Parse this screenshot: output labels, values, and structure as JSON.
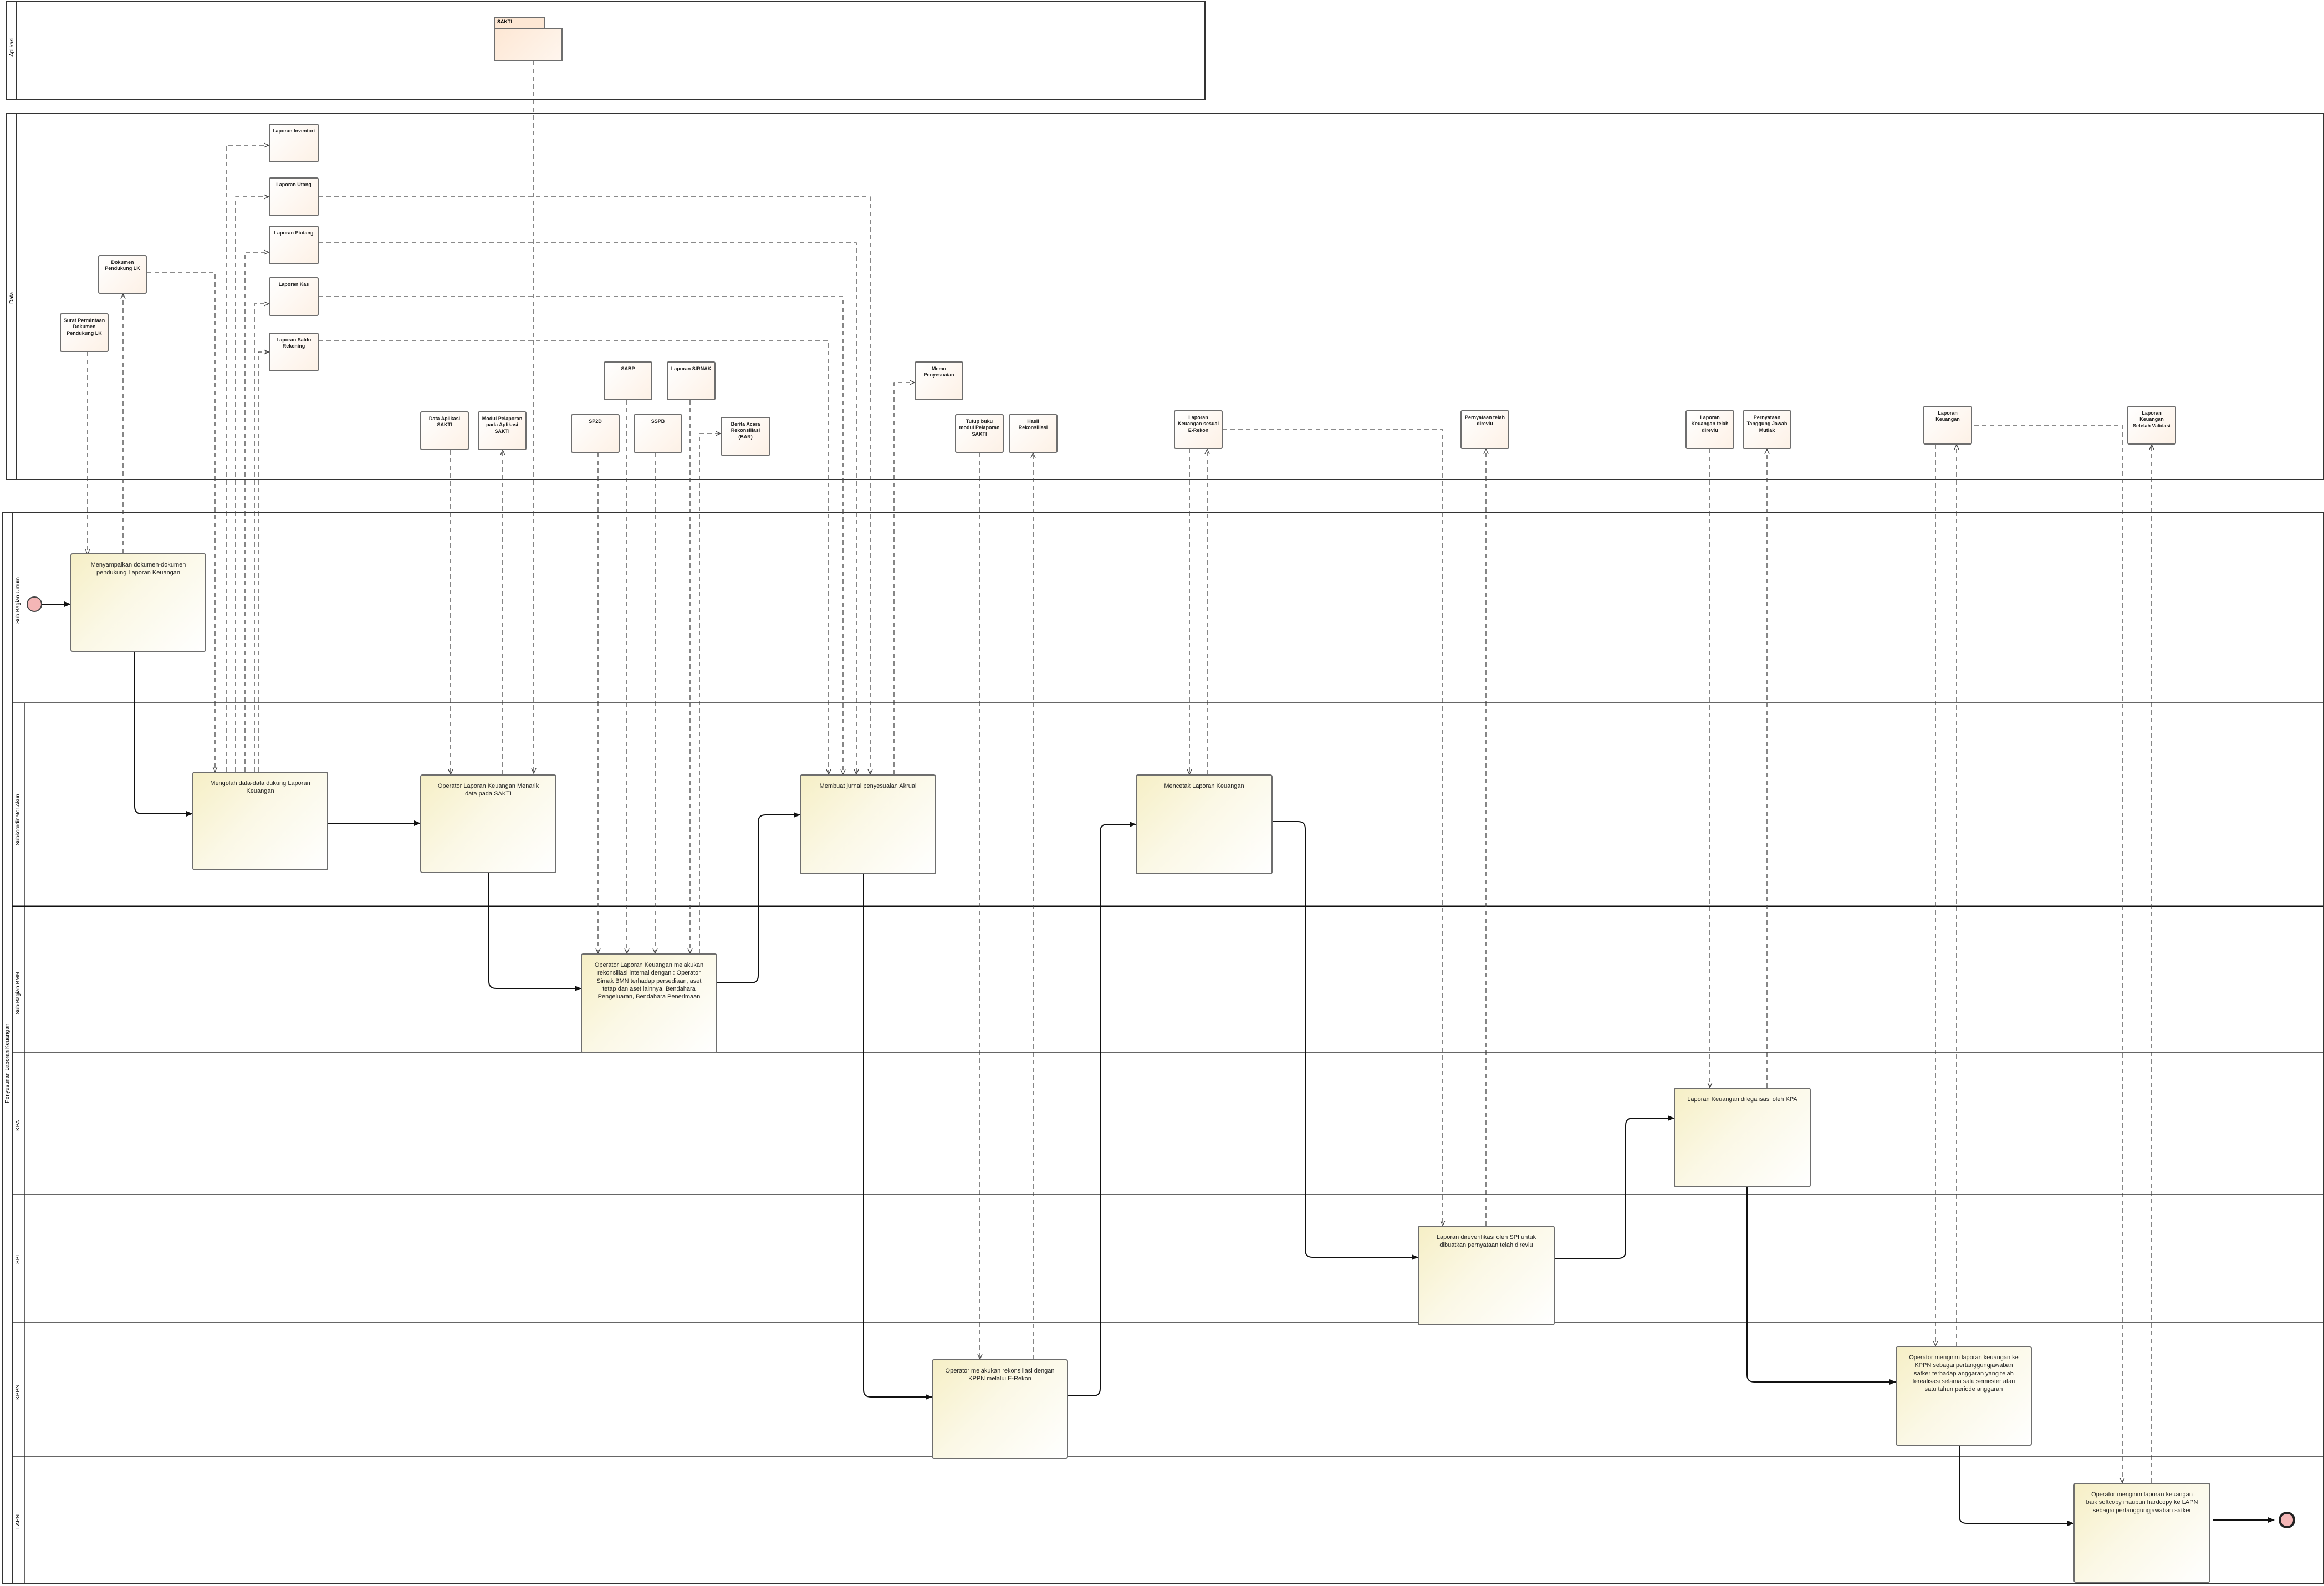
{
  "lanes": {
    "aplikasi": "Aplikasi",
    "data": "Data",
    "pool": "Penyusunan Laporan Keuangan",
    "bagian_umum": "Sub Bagian Umum",
    "subkoordinator": "Subkoordinator Akun",
    "sub_bagian_bmn": "Sub Bagian BMN",
    "kpa": "KPA",
    "spi": "SPI",
    "kppn": "KPPN",
    "lapn": "LAPN"
  },
  "package": {
    "label": "SAKTI"
  },
  "artifacts": {
    "lap_inventori": "Laporan Inventori",
    "lap_utang": "Laporan Utang",
    "lap_piutang": "Laporan Piutang",
    "lap_kas": "Laporan Kas",
    "lap_saldo": "Laporan Saldo Rekening",
    "dok_pendukung": "Dokumen Pendukung LK",
    "surat_permintaan": "Surat Permintaan Dokumen Pendukung LK",
    "sabp": "SABP",
    "lap_sirnak": "Laporan SIRNAK",
    "data_aplikasi": "Data Aplikasi SAKTI",
    "modul_pelaporan": "Modul Pelaporan pada Aplikasi SAKTI",
    "sp2d": "SP2D",
    "sspb": "SSPB",
    "bar": "Berita Acara Rekonsiliasi (BAR)",
    "memo": "Memo Penyesuaian",
    "tutup_buku": "Tutup buku modul Pelaporan SAKTI",
    "hasil_rekon": "Hasil Rekonsiliasi",
    "lap_erekon": "Laporan Keuangan sesuai E-Rekon",
    "pernyataan_reviu": "Pernyataan telah direviu",
    "lap_direviu": "Laporan Keuangan telah direviu",
    "pernyataan_tjm": "Pernyataan Tanggung Jawab Mutlak",
    "lap_keuangan": "Laporan Keuangan",
    "lap_validasi": "Laporan Keuangan Setelah Validasi"
  },
  "tasks": {
    "t1": "Menyampaikan dokumen-dokumen pendukung Laporan Keuangan",
    "t2": "Mengolah data-data dukung Laporan Keuangan",
    "t3": "Operator Laporan Keuangan Menarik data pada SAKTI",
    "t4": "Operator Laporan Keuangan melakukan rekonsiliasi internal dengan : Operator Simak BMN terhadap persediaan, aset tetap dan aset lainnya, Bendahara Pengeluaran, Bendahara Penerimaan",
    "t5": "Membuat jurnal penyesuaian Akrual",
    "t6": "Operator melakukan rekonsiliasi dengan KPPN melalui E-Rekon",
    "t7": "Mencetak Laporan Keuangan",
    "t8": "Laporan direverifikasi oleh SPI untuk dibuatkan pernyataan telah direviu",
    "t9": "Laporan Keuangan dilegalisasi oleh KPA",
    "t10": "Operator mengirim laporan keuangan ke KPPN sebagai pertanggungjawaban satker terhadap anggaran yang telah terealisasi selama satu semester atau satu tahun periode anggaran",
    "t11": "Operator mengirim laporan keuangan baik softcopy maupun hardcopy ke LAPN sebagai pertanggungjawaban satker"
  },
  "colors": {
    "task_fill": "#f6efc6",
    "artifact_fill": "#fdf1e6",
    "event_fill": "#f4b6b6",
    "line": "#333333"
  }
}
